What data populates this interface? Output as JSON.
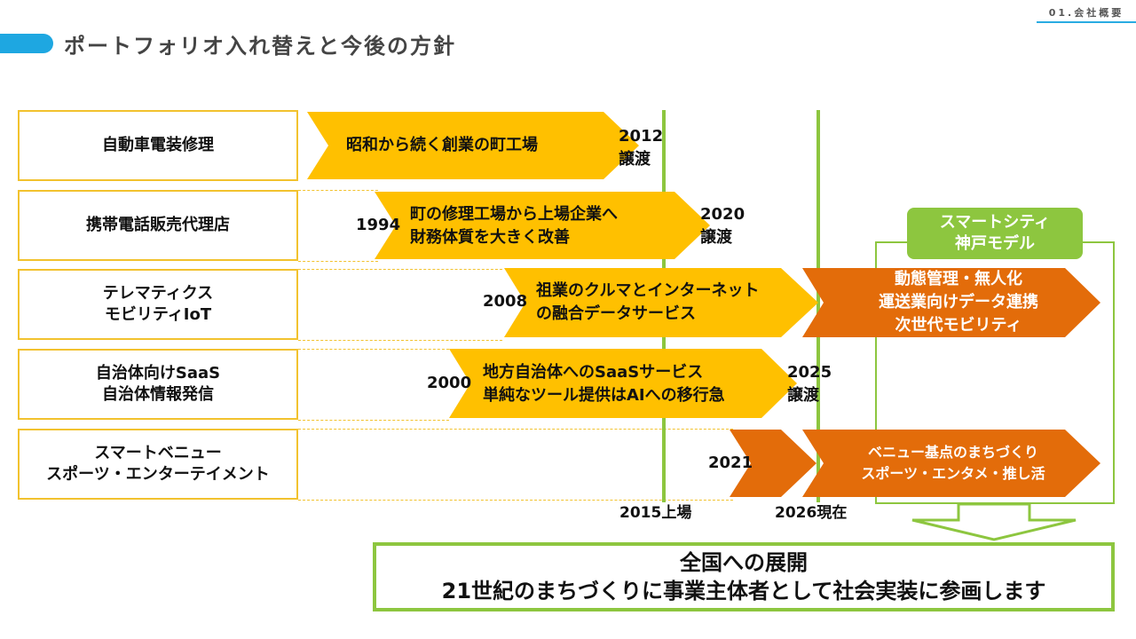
{
  "header": {
    "section": "01.会社概要",
    "title": "ポートフォリオ入れ替えと今後の方針"
  },
  "rows": [
    {
      "line1": "自動車電装修理",
      "line2": ""
    },
    {
      "line1": "携帯電話販売代理店",
      "line2": ""
    },
    {
      "line1": "テレマティクス",
      "line2": "モビリティIoT"
    },
    {
      "line1": "自治体向けSaaS",
      "line2": "自治体情報発信"
    },
    {
      "line1": "スマートベニュー",
      "line2": "スポーツ・エンターテイメント"
    }
  ],
  "arrows": [
    {
      "line1": "昭和から続く創業の町工場",
      "line2": "",
      "start_label": "",
      "end_label_1": "2012",
      "end_label_2": "譲渡"
    },
    {
      "line1": "町の修理工場から上場企業へ",
      "line2": "財務体質を大きく改善",
      "start_label": "1994",
      "end_label_1": "2020",
      "end_label_2": "譲渡"
    },
    {
      "line1": "祖業のクルマとインターネット",
      "line2": "の融合データサービス",
      "start_label": "2008",
      "end_label_1": "",
      "end_label_2": ""
    },
    {
      "line1": "地方自治体へのSaaSサービス",
      "line2": "単純なツール提供はAIへの移行急",
      "start_label": "2000",
      "end_label_1": "2025",
      "end_label_2": "譲渡"
    },
    {
      "line1": "",
      "line2": "",
      "start_label": "2021",
      "end_label_1": "",
      "end_label_2": ""
    }
  ],
  "future_arrows": [
    {
      "line1": "動態管理・無人化",
      "line2": "運送業向けデータ連携",
      "line3": "次世代モビリティ"
    },
    {
      "line1": "ベニュー基点のまちづくり",
      "line2": "スポーツ・エンタメ・推し活",
      "line3": ""
    }
  ],
  "milestones": {
    "listing": "2015上場",
    "current": "2026現在"
  },
  "smart_city": {
    "line1": "スマートシティ",
    "line2": "神戸モデル"
  },
  "bottom": {
    "line1": "全国への展開",
    "line2": "21世紀のまちづくりに事業主体者として社会実装に参画します"
  },
  "colors": {
    "yellow": "#ffc000",
    "orange": "#e36c0a",
    "green": "#8dc63f",
    "accent_blue": "#1ea7e1",
    "box_border": "#f2c22e"
  }
}
